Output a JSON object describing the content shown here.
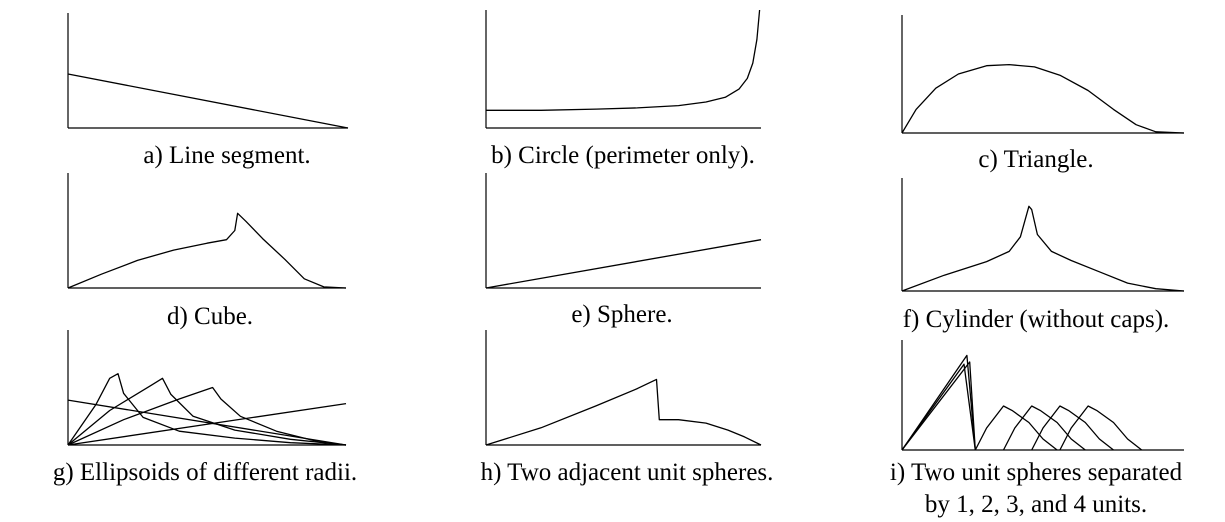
{
  "panels": [
    {
      "id": "a",
      "caption": "a) Line segment.",
      "chart_data": {
        "type": "line",
        "series": [
          {
            "points": [
              [
                0,
                0.47
              ],
              [
                1,
                0
              ]
            ]
          }
        ]
      }
    },
    {
      "id": "b",
      "caption": "b) Circle (perimeter only).",
      "chart_data": {
        "type": "line",
        "series": [
          {
            "points": [
              [
                0,
                0.15
              ],
              [
                0.2,
                0.15
              ],
              [
                0.4,
                0.16
              ],
              [
                0.55,
                0.17
              ],
              [
                0.7,
                0.19
              ],
              [
                0.8,
                0.22
              ],
              [
                0.87,
                0.26
              ],
              [
                0.92,
                0.33
              ],
              [
                0.95,
                0.42
              ],
              [
                0.97,
                0.55
              ],
              [
                0.985,
                0.75
              ],
              [
                0.995,
                1.0
              ]
            ]
          }
        ]
      }
    },
    {
      "id": "c",
      "caption": "c) Triangle.",
      "chart_data": {
        "type": "line",
        "series": [
          {
            "points": [
              [
                0,
                0
              ],
              [
                0.05,
                0.2
              ],
              [
                0.12,
                0.38
              ],
              [
                0.2,
                0.5
              ],
              [
                0.3,
                0.57
              ],
              [
                0.38,
                0.58
              ],
              [
                0.47,
                0.56
              ],
              [
                0.56,
                0.49
              ],
              [
                0.66,
                0.36
              ],
              [
                0.75,
                0.2
              ],
              [
                0.83,
                0.07
              ],
              [
                0.9,
                0.01
              ],
              [
                1,
                0
              ]
            ]
          }
        ]
      }
    },
    {
      "id": "d",
      "caption": "d) Cube.",
      "chart_data": {
        "type": "line",
        "series": [
          {
            "points": [
              [
                0,
                0
              ],
              [
                0.12,
                0.12
              ],
              [
                0.25,
                0.24
              ],
              [
                0.38,
                0.33
              ],
              [
                0.5,
                0.39
              ],
              [
                0.57,
                0.42
              ],
              [
                0.6,
                0.5
              ],
              [
                0.61,
                0.65
              ],
              [
                0.64,
                0.58
              ],
              [
                0.7,
                0.43
              ],
              [
                0.78,
                0.25
              ],
              [
                0.85,
                0.08
              ],
              [
                0.92,
                0.01
              ],
              [
                1,
                0
              ]
            ]
          }
        ]
      }
    },
    {
      "id": "e",
      "caption": "e) Sphere.",
      "chart_data": {
        "type": "line",
        "series": [
          {
            "points": [
              [
                0,
                0
              ],
              [
                1,
                0.42
              ]
            ]
          }
        ]
      }
    },
    {
      "id": "f",
      "caption": "f) Cylinder (without caps).",
      "chart_data": {
        "type": "line",
        "series": [
          {
            "points": [
              [
                0,
                0
              ],
              [
                0.15,
                0.14
              ],
              [
                0.3,
                0.26
              ],
              [
                0.38,
                0.35
              ],
              [
                0.42,
                0.48
              ],
              [
                0.45,
                0.75
              ],
              [
                0.46,
                0.72
              ],
              [
                0.48,
                0.5
              ],
              [
                0.53,
                0.35
              ],
              [
                0.6,
                0.27
              ],
              [
                0.7,
                0.17
              ],
              [
                0.8,
                0.07
              ],
              [
                0.9,
                0.02
              ],
              [
                1,
                0
              ]
            ]
          }
        ]
      }
    },
    {
      "id": "g",
      "caption": "g) Ellipsoids of different radii.",
      "chart_data": {
        "type": "line",
        "series": [
          {
            "points": [
              [
                0,
                0.39
              ],
              [
                1,
                0
              ]
            ]
          },
          {
            "points": [
              [
                0,
                0
              ],
              [
                1,
                0.36
              ]
            ]
          },
          {
            "points": [
              [
                0,
                0
              ],
              [
                0.1,
                0.35
              ],
              [
                0.15,
                0.58
              ],
              [
                0.18,
                0.62
              ],
              [
                0.2,
                0.45
              ],
              [
                0.27,
                0.24
              ],
              [
                0.4,
                0.12
              ],
              [
                0.6,
                0.06
              ],
              [
                0.8,
                0.02
              ],
              [
                1,
                0
              ]
            ]
          },
          {
            "points": [
              [
                0,
                0
              ],
              [
                0.15,
                0.3
              ],
              [
                0.3,
                0.52
              ],
              [
                0.34,
                0.58
              ],
              [
                0.37,
                0.44
              ],
              [
                0.45,
                0.25
              ],
              [
                0.6,
                0.13
              ],
              [
                0.8,
                0.05
              ],
              [
                1,
                0
              ]
            ]
          },
          {
            "points": [
              [
                0,
                0
              ],
              [
                0.2,
                0.22
              ],
              [
                0.4,
                0.4
              ],
              [
                0.52,
                0.5
              ],
              [
                0.55,
                0.4
              ],
              [
                0.62,
                0.25
              ],
              [
                0.75,
                0.12
              ],
              [
                0.9,
                0.03
              ],
              [
                1,
                0
              ]
            ]
          }
        ]
      }
    },
    {
      "id": "h",
      "caption": "h) Two adjacent unit spheres.",
      "chart_data": {
        "type": "line",
        "series": [
          {
            "points": [
              [
                0,
                0
              ],
              [
                0.2,
                0.15
              ],
              [
                0.4,
                0.34
              ],
              [
                0.55,
                0.49
              ],
              [
                0.62,
                0.57
              ],
              [
                0.63,
                0.22
              ],
              [
                0.7,
                0.22
              ],
              [
                0.8,
                0.19
              ],
              [
                0.88,
                0.13
              ],
              [
                0.94,
                0.07
              ],
              [
                1,
                0
              ]
            ]
          }
        ]
      }
    },
    {
      "id": "i",
      "caption_lines": [
        "i) Two unit spheres separated",
        "by 1, 2, 3, and 4 units."
      ],
      "chart_data": {
        "type": "line",
        "series": [
          {
            "points": [
              [
                0,
                0
              ],
              [
                0.23,
                0.86
              ],
              [
                0.26,
                0
              ]
            ]
          },
          {
            "points": [
              [
                0,
                0
              ],
              [
                0.24,
                0.8
              ],
              [
                0.26,
                0
              ]
            ]
          },
          {
            "points": [
              [
                0,
                0
              ],
              [
                0.22,
                0.78
              ],
              [
                0.26,
                0
              ]
            ]
          },
          {
            "points": [
              [
                0.26,
                0
              ],
              [
                0.3,
                0.2
              ],
              [
                0.36,
                0.4
              ],
              [
                0.39,
                0.36
              ],
              [
                0.45,
                0.25
              ],
              [
                0.5,
                0.1
              ],
              [
                0.55,
                0
              ]
            ]
          },
          {
            "points": [
              [
                0.36,
                0
              ],
              [
                0.4,
                0.2
              ],
              [
                0.46,
                0.4
              ],
              [
                0.49,
                0.36
              ],
              [
                0.55,
                0.25
              ],
              [
                0.6,
                0.1
              ],
              [
                0.65,
                0
              ]
            ]
          },
          {
            "points": [
              [
                0.46,
                0
              ],
              [
                0.5,
                0.2
              ],
              [
                0.56,
                0.4
              ],
              [
                0.59,
                0.36
              ],
              [
                0.65,
                0.25
              ],
              [
                0.7,
                0.1
              ],
              [
                0.75,
                0
              ]
            ]
          },
          {
            "points": [
              [
                0.56,
                0
              ],
              [
                0.6,
                0.2
              ],
              [
                0.66,
                0.4
              ],
              [
                0.69,
                0.36
              ],
              [
                0.75,
                0.25
              ],
              [
                0.8,
                0.1
              ],
              [
                0.85,
                0
              ]
            ]
          }
        ]
      }
    }
  ]
}
